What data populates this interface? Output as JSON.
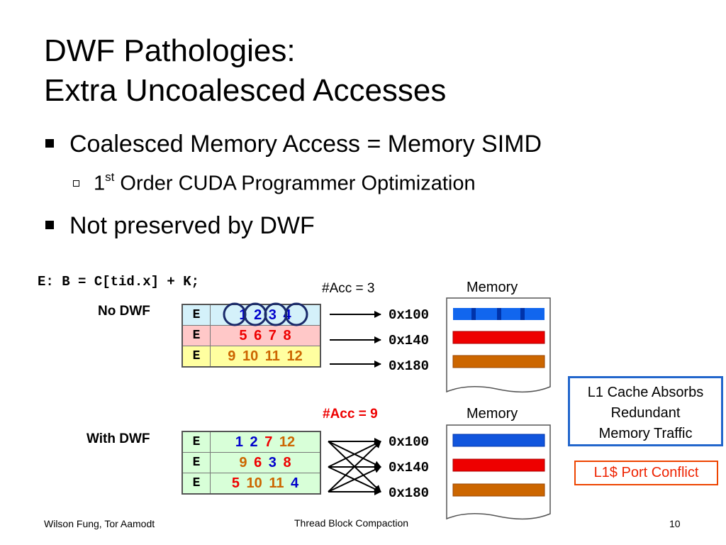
{
  "slide": {
    "title_line1": "DWF Pathologies:",
    "title_line2": "Extra Uncoalesced Accesses",
    "bullets": [
      {
        "text": "Coalesced Memory Access = Memory SIMD"
      },
      {
        "pre": "1",
        "sup": "st",
        "text": " Order CUDA Programmer Optimization"
      },
      {
        "text": "Not preserved by DWF"
      }
    ],
    "code": "E: B = C[tid.x] + K;"
  },
  "no_dwf": {
    "label": "No DWF",
    "acc": "#Acc = 3",
    "memory_label": "Memory",
    "rows": [
      {
        "e": "E",
        "ids": [
          "1",
          "2",
          "3",
          "4"
        ]
      },
      {
        "e": "E",
        "ids": [
          "5",
          "6",
          "7",
          "8"
        ]
      },
      {
        "e": "E",
        "ids": [
          "9",
          "10",
          "11",
          "12"
        ]
      }
    ],
    "addresses": [
      "0x100",
      "0x140",
      "0x180"
    ]
  },
  "with_dwf": {
    "label": "With DWF",
    "acc": "#Acc = 9",
    "memory_label": "Memory",
    "rows": [
      {
        "e": "E",
        "ids": [
          "1",
          "2",
          "7",
          "12"
        ]
      },
      {
        "e": "E",
        "ids": [
          "9",
          "6",
          "3",
          "8"
        ]
      },
      {
        "e": "E",
        "ids": [
          "5",
          "10",
          "11",
          "4"
        ]
      }
    ],
    "addresses": [
      "0x100",
      "0x140",
      "0x180"
    ]
  },
  "callouts": {
    "l1_line1": "L1 Cache Absorbs",
    "l1_line2": "Redundant",
    "l1_line3": "Memory Traffic",
    "conflict": "L1$ Port Conflict"
  },
  "footer": {
    "authors": "Wilson Fung, Tor Aamodt",
    "center": "Thread Block Compaction",
    "page": "10"
  },
  "colors": {
    "blue": "#0000cc",
    "red": "#ee0000",
    "orange": "#cc6600",
    "accent_box": "#2266cc",
    "conflict": "#ee2200"
  }
}
